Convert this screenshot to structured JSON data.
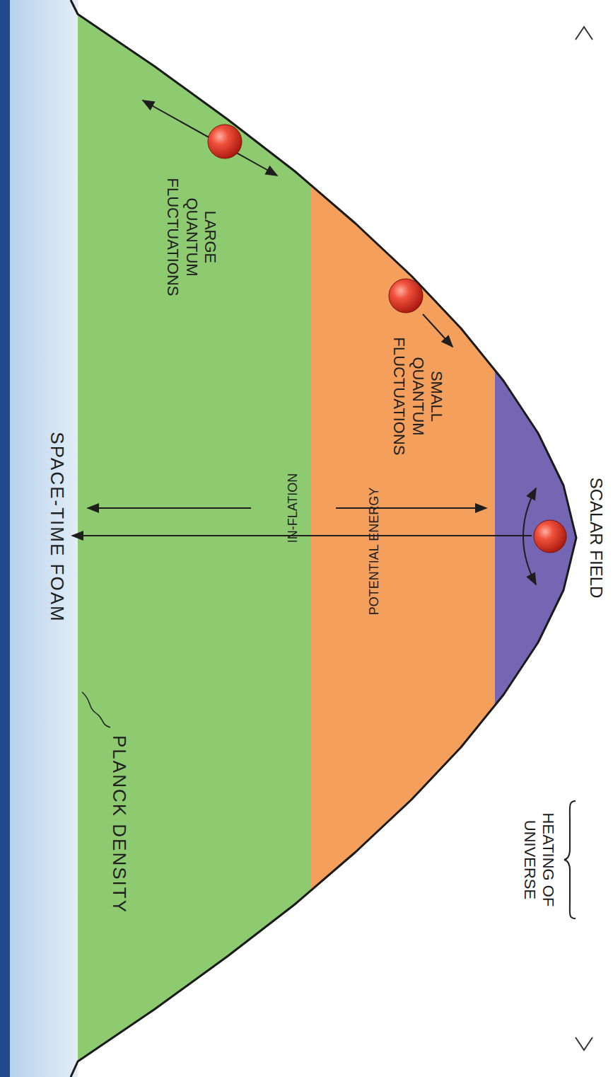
{
  "diagram": {
    "labels": [
      "SPACE-TIME FOAM",
      "PLANCK DENSITY",
      "LARGE QUANTUM FLUCTUATIONS",
      "SMALL QUANTUM FLUCTUATIONS",
      "POTENTIAL ENERGY",
      "IN-FLATION",
      "HEATING OF UNIVERSE",
      "SCALAR FIELD"
    ]
  }
}
